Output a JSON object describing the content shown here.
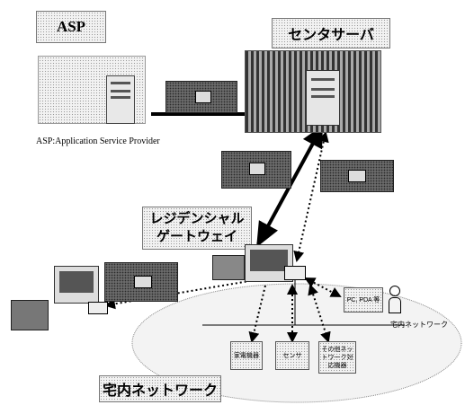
{
  "labels": {
    "asp_title": "ASP",
    "center_title": "センタサーバ",
    "asp_caption": "ASP:Application Service Provider",
    "rg_title_line1": "レジデンシャル",
    "rg_title_line2": "ゲートウェイ",
    "home_net_title": "宅内ネットワーク",
    "home_net_small": "宅内ネットワーク"
  },
  "devices": {
    "pc_pda": "PC, PDA 等",
    "appliance": "家電機器",
    "sensor": "センサ",
    "other_line1": "その他ネッ",
    "other_line2": "トワーク対",
    "other_line3": "応機器"
  }
}
